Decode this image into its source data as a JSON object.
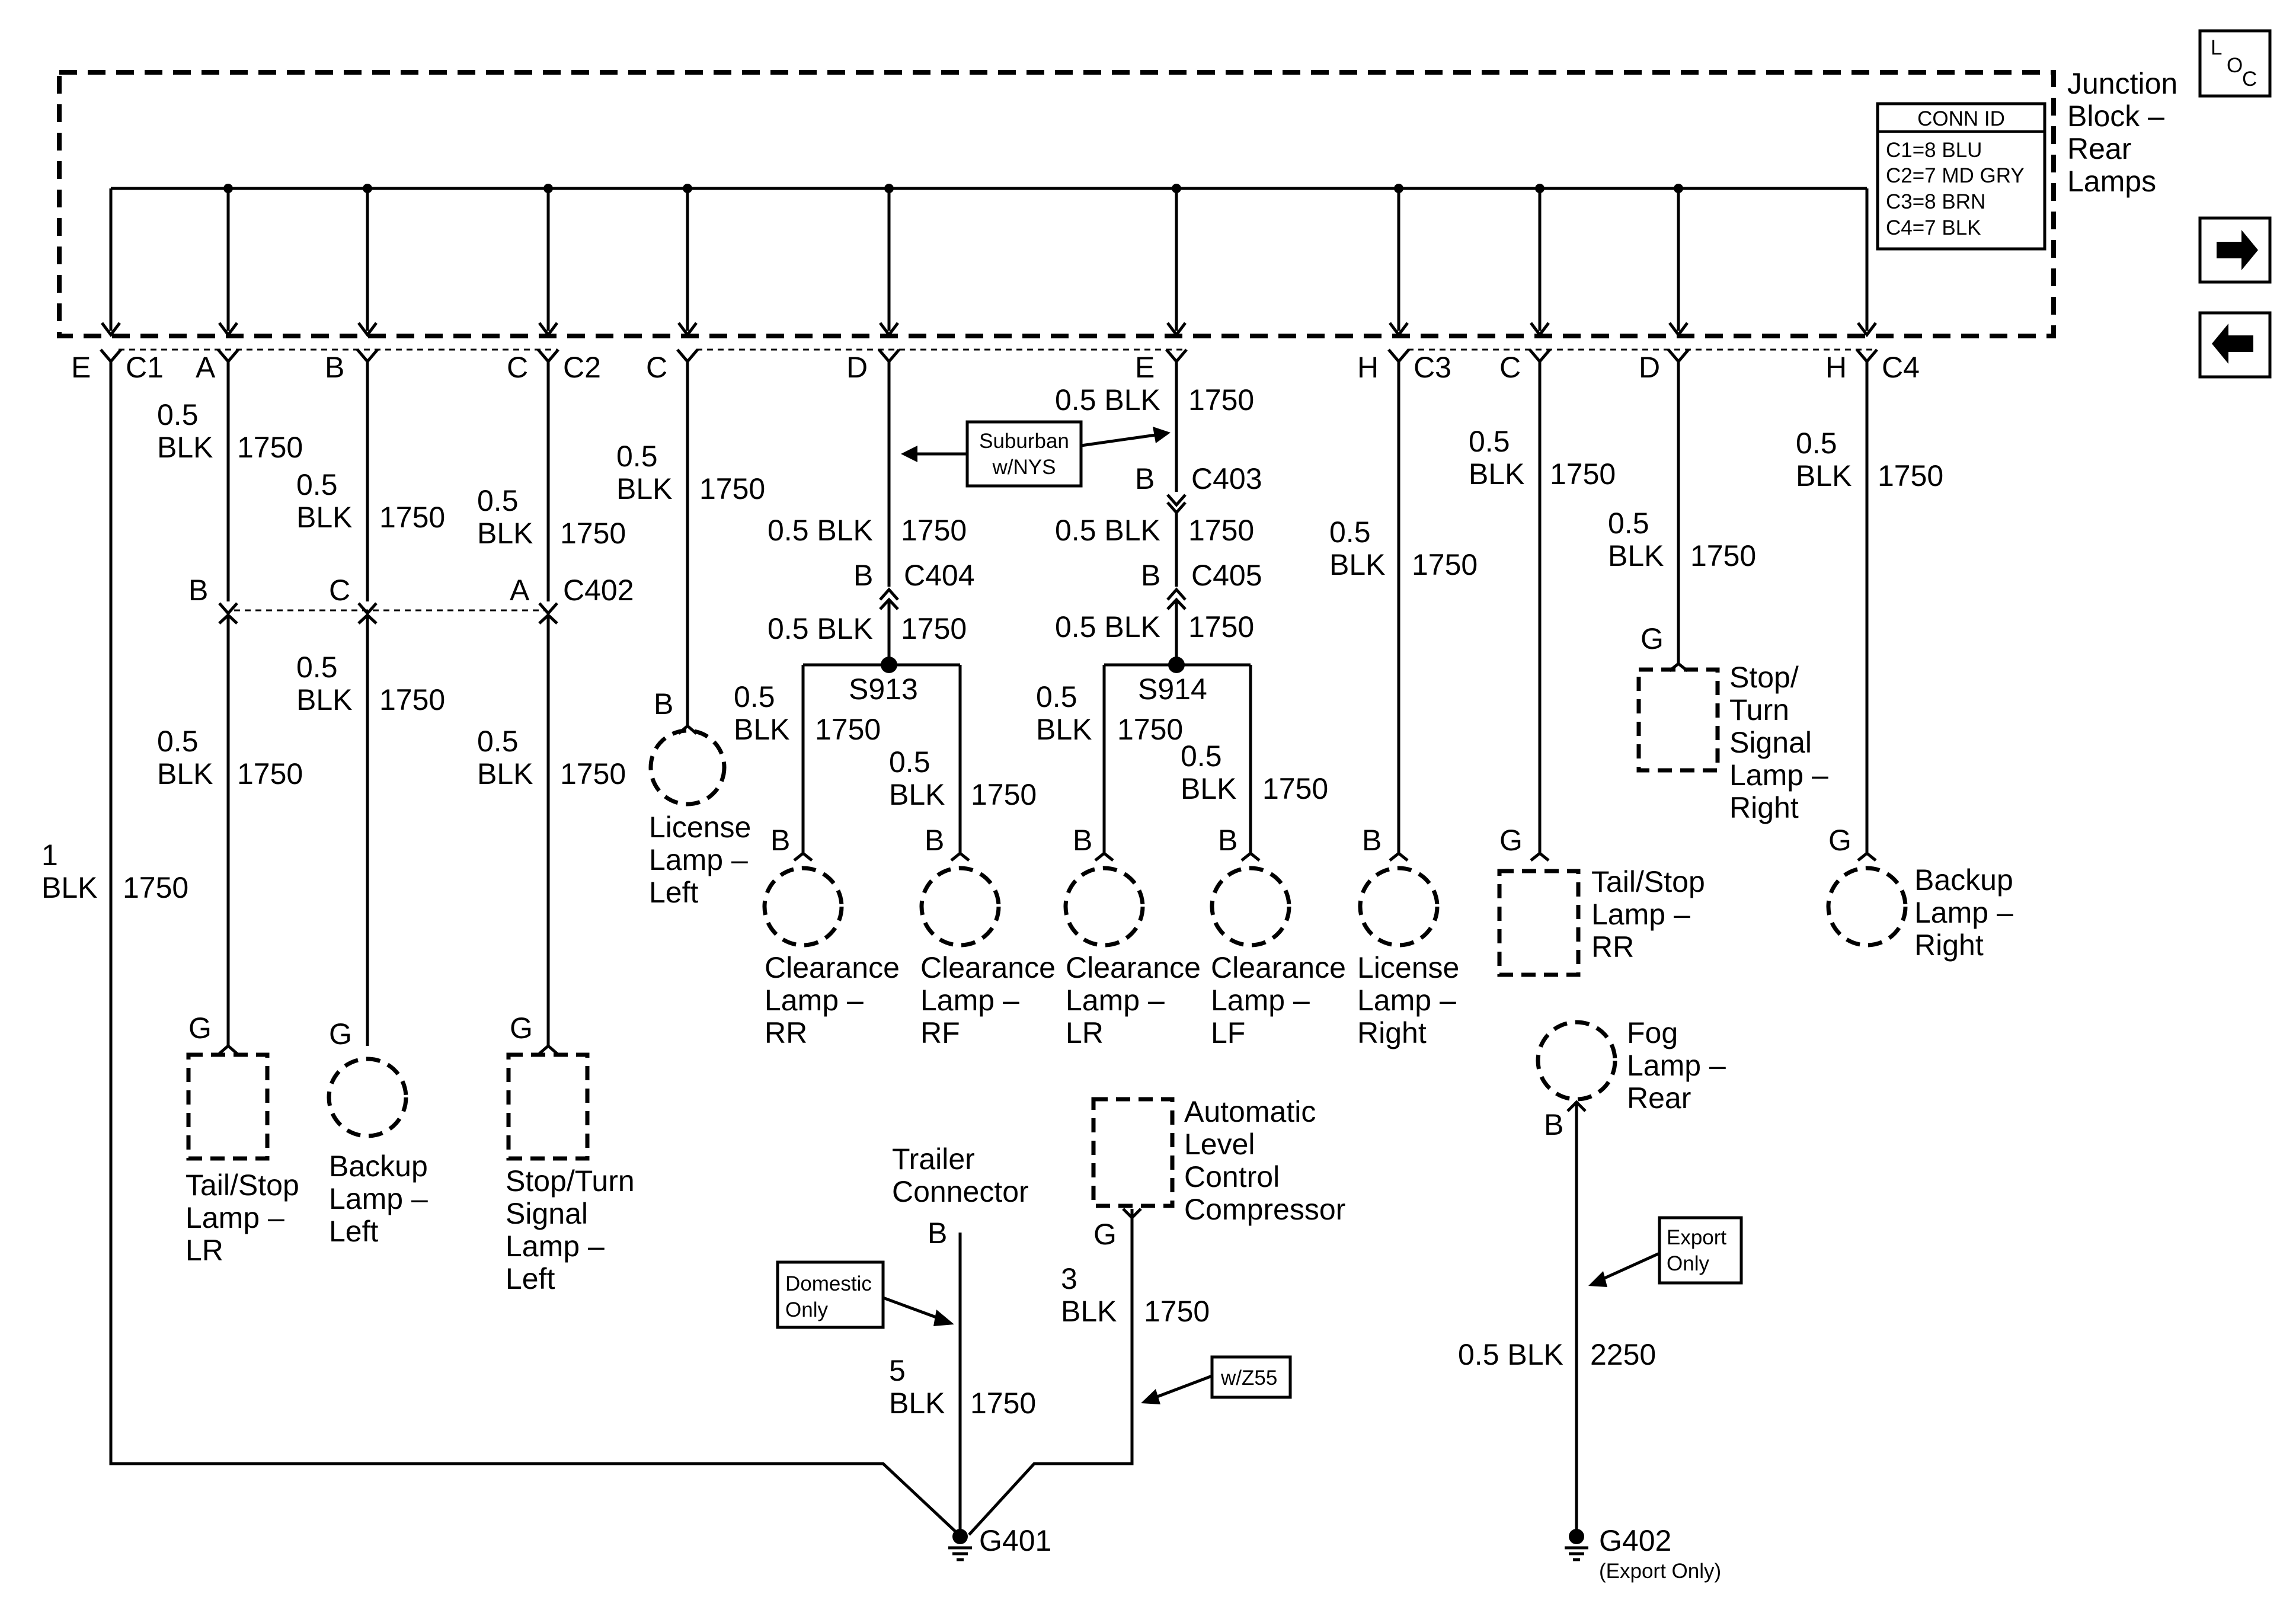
{
  "junction_block": {
    "line1": "Junction",
    "line2": "Block –",
    "line3": "Rear",
    "line4": "Lamps"
  },
  "conn_id": {
    "title": "CONN ID",
    "rows": [
      "C1=8 BLU",
      "C2=7 MD GRY",
      "C3=8 BRN",
      "C4=7 BLK"
    ]
  },
  "nav": {
    "loc_l": "L",
    "loc_o": "O",
    "loc_c": "C",
    "next_icon": "right-arrow-icon",
    "prev_icon": "left-arrow-icon"
  },
  "pins": {
    "c1_e": "E",
    "c1": "C1",
    "c2_a": "A",
    "c2_b": "B",
    "c2_c": "C",
    "c2": "C2",
    "lic_left_c": "C",
    "d_s913": "D",
    "e_s914": "E",
    "c3_h": "H",
    "c3": "C3",
    "c4_c": "C",
    "c4_d": "D",
    "c4_h": "H",
    "c4": "C4"
  },
  "wires": {
    "ground_main": {
      "gauge": "1",
      "color": "BLK",
      "circuit": "1750"
    },
    "tail_lr_top": {
      "gauge": "0.5",
      "color": "BLK",
      "circuit": "1750"
    },
    "backup_l_top": {
      "gauge": "0.5",
      "color": "BLK",
      "circuit": "1750"
    },
    "stop_l_top": {
      "gauge": "0.5",
      "color": "BLK",
      "circuit": "1750"
    },
    "tail_lr_bot": {
      "gauge": "0.5",
      "color": "BLK",
      "circuit": "1750"
    },
    "backup_l_bot": {
      "gauge": "0.5",
      "color": "BLK",
      "circuit": "1750"
    },
    "stop_l_bot": {
      "gauge": "0.5",
      "color": "BLK",
      "circuit": "1750"
    },
    "lic_left": {
      "gauge": "0.5",
      "color": "BLK",
      "circuit": "1750"
    },
    "s913_top": {
      "text": "0.5 BLK",
      "circuit": "1750"
    },
    "s913_bot": {
      "text": "0.5 BLK",
      "circuit": "1750"
    },
    "s914_top": {
      "text": "0.5 BLK",
      "circuit": "1750"
    },
    "s914_mid": {
      "text": "0.5 BLK",
      "circuit": "1750"
    },
    "s914_bot": {
      "text": "0.5 BLK",
      "circuit": "1750"
    },
    "clr_rr": {
      "gauge": "0.5",
      "color": "BLK",
      "circuit": "1750"
    },
    "clr_rf": {
      "gauge": "0.5",
      "color": "BLK",
      "circuit": "1750"
    },
    "clr_lr": {
      "gauge": "0.5",
      "color": "BLK",
      "circuit": "1750"
    },
    "clr_lf": {
      "gauge": "0.5",
      "color": "BLK",
      "circuit": "1750"
    },
    "lic_right": {
      "gauge": "0.5",
      "color": "BLK",
      "circuit": "1750"
    },
    "tail_rr": {
      "gauge": "0.5",
      "color": "BLK",
      "circuit": "1750"
    },
    "stop_r": {
      "gauge": "0.5",
      "color": "BLK",
      "circuit": "1750"
    },
    "backup_r": {
      "gauge": "0.5",
      "color": "BLK",
      "circuit": "1750"
    },
    "trailer": {
      "gauge": "5",
      "color": "BLK",
      "circuit": "1750"
    },
    "compressor": {
      "gauge": "3",
      "color": "BLK",
      "circuit": "1750"
    },
    "fog": {
      "text": "0.5 BLK",
      "circuit": "2250"
    }
  },
  "connectors": {
    "c402": {
      "name": "C402",
      "b": "B",
      "c": "C",
      "a": "A"
    },
    "c403": {
      "name": "C403",
      "pin": "B"
    },
    "c404": {
      "name": "C404",
      "pin": "B"
    },
    "c405": {
      "name": "C405",
      "pin": "B"
    },
    "s913": "S913",
    "s914": "S914"
  },
  "notes": {
    "suburban_1": "Suburban",
    "suburban_2": "w/NYS",
    "domestic_1": "Domestic",
    "domestic_2": "Only",
    "export_1": "Export",
    "export_2": "Only",
    "wz55": "w/Z55"
  },
  "components": {
    "tail_lr": {
      "pin": "G",
      "lines": [
        "Tail/Stop",
        "Lamp –",
        "LR"
      ]
    },
    "backup_l": {
      "pin": "G",
      "lines": [
        "Backup",
        "Lamp –",
        "Left"
      ]
    },
    "stop_l": {
      "pin": "G",
      "lines": [
        "Stop/Turn",
        "Signal",
        "Lamp –",
        "Left"
      ]
    },
    "lic_left": {
      "pin": "B",
      "lines": [
        "License",
        "Lamp –",
        "Left"
      ]
    },
    "clr_rr": {
      "pin": "B",
      "lines": [
        "Clearance",
        "Lamp –",
        "RR"
      ]
    },
    "clr_rf": {
      "pin": "B",
      "lines": [
        "Clearance",
        "Lamp –",
        "RF"
      ]
    },
    "clr_lr": {
      "pin": "B",
      "lines": [
        "Clearance",
        "Lamp –",
        "LR"
      ]
    },
    "clr_lf": {
      "pin": "B",
      "lines": [
        "Clearance",
        "Lamp –",
        "LF"
      ]
    },
    "lic_right": {
      "pin": "B",
      "lines": [
        "License",
        "Lamp –",
        "Right"
      ]
    },
    "tail_rr": {
      "pin": "G",
      "lines": [
        "Tail/Stop",
        "Lamp –",
        "RR"
      ]
    },
    "stop_r": {
      "pin": "G",
      "lines": [
        "Stop/",
        "Turn",
        "Signal",
        "Lamp –",
        "Right"
      ]
    },
    "backup_r": {
      "pin": "G",
      "lines": [
        "Backup",
        "Lamp –",
        "Right"
      ]
    },
    "fog": {
      "pin": "B",
      "lines": [
        "Fog",
        "Lamp –",
        "Rear"
      ]
    },
    "compressor": {
      "pin": "G",
      "lines": [
        "Automatic",
        "Level",
        "Control",
        "Compressor"
      ]
    },
    "trailer": {
      "pin": "B",
      "lines": [
        "Trailer",
        "Connector"
      ]
    }
  },
  "grounds": {
    "g401": "G401",
    "g402": "G402",
    "g402_note": "(Export Only)"
  }
}
